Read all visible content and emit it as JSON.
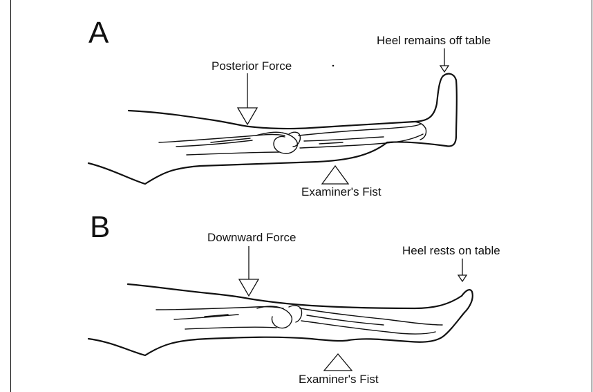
{
  "panels": [
    {
      "letter": "A",
      "force_label": "Posterior Force",
      "heel_label": "Heel remains off table",
      "fist_label": "Examiner's Fist"
    },
    {
      "letter": "B",
      "force_label": "Downward Force",
      "heel_label": "Heel rests on table",
      "fist_label": "Examiner's Fist"
    }
  ]
}
